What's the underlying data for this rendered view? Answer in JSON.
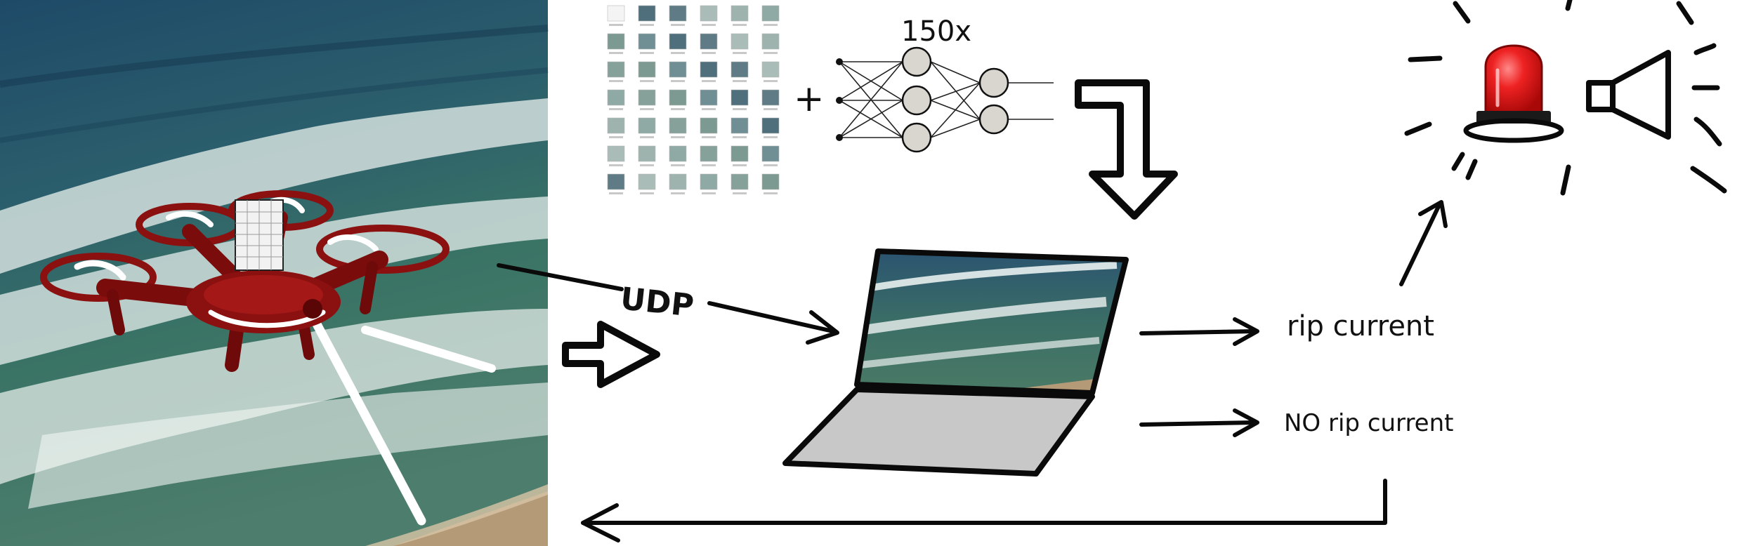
{
  "labels": {
    "multiplier": "150x",
    "plus": "+",
    "protocol": "UDP",
    "rip_current": "rip current",
    "no_rip_current": "NO rip current"
  },
  "colors": {
    "sea_deep": "#1f4a66",
    "sea_mid": "#2f6b66",
    "foam": "#e9f1ef",
    "sand": "#b59a77",
    "drone_red": "#8b1010",
    "siren_red": "#e01818",
    "laptop_keyboard": "#c8c8c8",
    "neuron_fill": "#d9d5cf"
  },
  "icons": [
    "drone-icon",
    "neural-network-icon",
    "laptop-icon",
    "siren-icon",
    "speaker-icon"
  ]
}
